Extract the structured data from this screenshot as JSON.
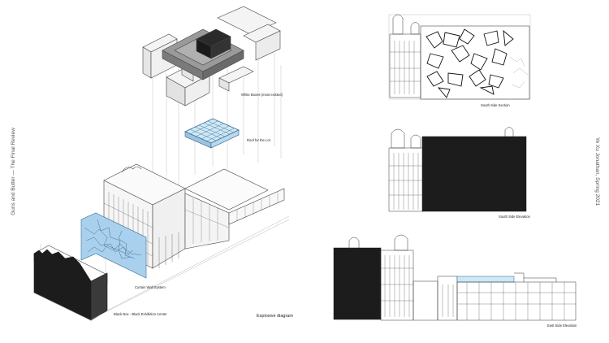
{
  "side_left": "Guns and Butter   —   The Final Review",
  "side_right": "Ye Xu Jonathan, Spring 2021",
  "labels": {
    "white_boxes": "White Boxes (most existed)",
    "roof": "Roof for the Lot",
    "curtain": "Curtain Wall System",
    "black_box": "Black Box - Black Exhibition Center",
    "explosive": "Explosive diagram",
    "south_section": "South Side Section",
    "south_elevation": "South Side Elevation",
    "east_elevation": "East Side Elevation"
  },
  "colors": {
    "black_box": "#1c1c1c",
    "glass": "#a9d1ee",
    "roof_grid": "#cfe8f7",
    "line": "#333333",
    "box_gray": "#8a8a8a"
  }
}
